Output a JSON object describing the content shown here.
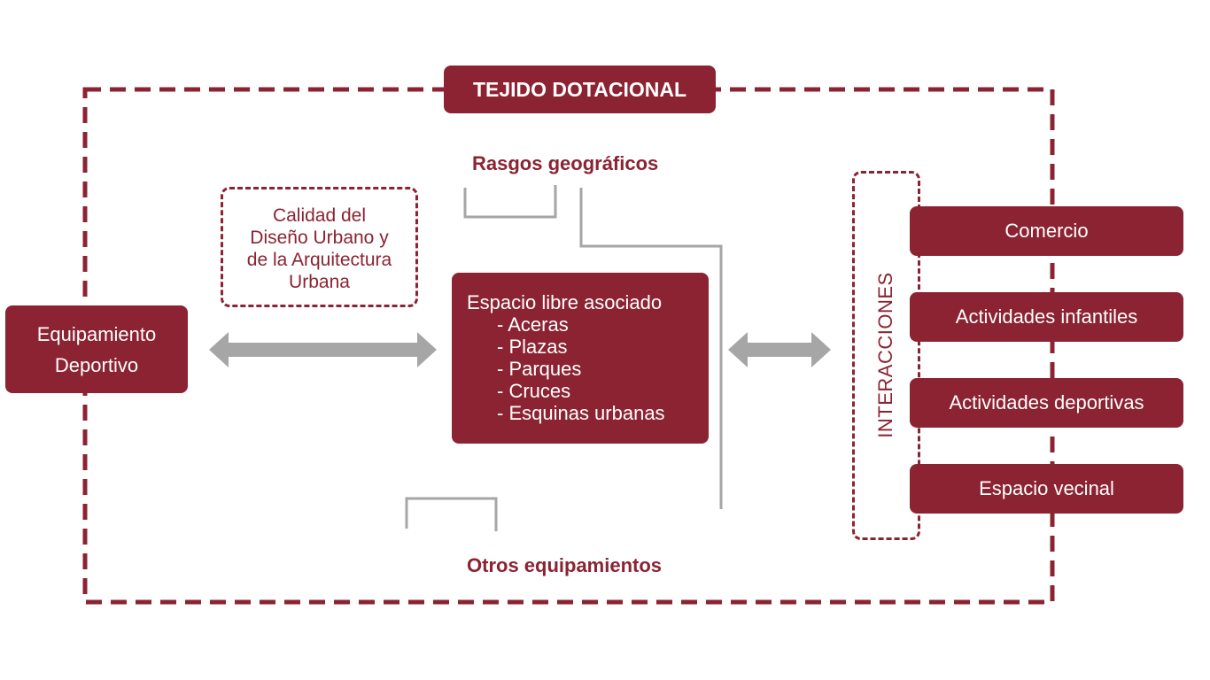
{
  "title": "TEJIDO DOTACIONAL",
  "rasgos": "Rasgos geográficos",
  "otros": "Otros equipamientos",
  "calidad": [
    "Calidad del",
    "Diseño Urbano y",
    "de la Arquitectura",
    "Urbana"
  ],
  "equipamiento": [
    "Equipamiento",
    "Deportivo"
  ],
  "espacio": {
    "heading": "Espacio libre asociado",
    "items": [
      "- Aceras",
      "- Plazas",
      "- Parques",
      "- Cruces",
      "- Esquinas urbanas"
    ]
  },
  "interacciones": "INTERACCIONES",
  "right": [
    "Comercio",
    "Actividades infantiles",
    "Actividades deportivas",
    "Espacio vecinal"
  ],
  "colors": {
    "accent": "#8B2332",
    "line": "#A6A6A6"
  }
}
